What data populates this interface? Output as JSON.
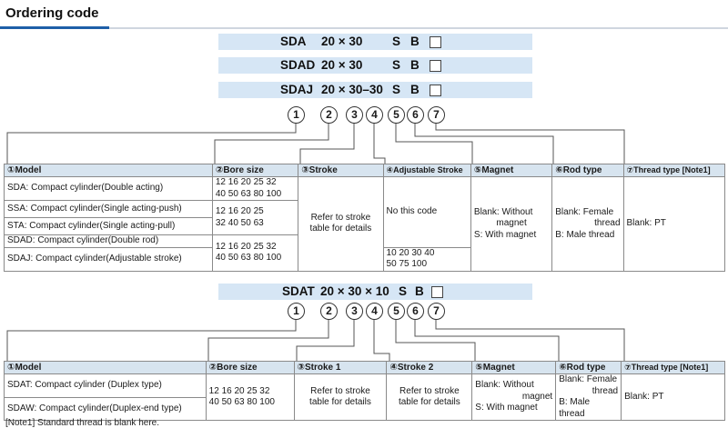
{
  "title": "Ordering code",
  "top": {
    "code_rows": [
      {
        "model": "SDA",
        "size": "20 × 30",
        "s": "S",
        "b": "B"
      },
      {
        "model": "SDAD",
        "size": "20 × 30",
        "s": "S",
        "b": "B"
      },
      {
        "model": "SDAJ",
        "size": "20 × 30–30",
        "s": "S",
        "b": "B"
      }
    ],
    "circles": [
      "1",
      "2",
      "3",
      "4",
      "5",
      "6",
      "7"
    ],
    "headers": [
      "①Model",
      "②Bore size",
      "③Stroke",
      "④Adjustable Stroke",
      "⑤Magnet",
      "⑥Rod type",
      "⑦Thread type [Note1]"
    ],
    "models": [
      "SDA: Compact cylinder(Double acting)",
      "SSA: Compact cylinder(Single acting-push)",
      "STA: Compact cylinder(Single acting-pull)",
      "SDAD: Compact cylinder(Double rod)",
      "SDAJ: Compact cylinder(Adjustable stroke)"
    ],
    "bore_sizes": [
      [
        "12 16  20  25  32",
        "40 50  63  80 100"
      ],
      [
        "12 16  20  25",
        "32  40 50  63"
      ],
      [
        "12 16  20  25  32",
        "40 50  63  80 100"
      ]
    ],
    "stroke": [
      "Refer to stroke",
      "table for details"
    ],
    "adjustable": {
      "no_code": "No this code",
      "values": [
        "10 20 30 40",
        "50 75 100"
      ]
    },
    "magnet": [
      "Blank: Without",
      "magnet",
      "S: With magnet"
    ],
    "rod": [
      "Blank: Female",
      "thread",
      "B: Male thread"
    ],
    "thread": "Blank: PT"
  },
  "bottom": {
    "code_row": {
      "model": "SDAT",
      "size": "20 × 30 × 10",
      "s": "S",
      "b": "B"
    },
    "circles": [
      "1",
      "2",
      "3",
      "4",
      "5",
      "6",
      "7"
    ],
    "headers": [
      "①Model",
      "②Bore size",
      "③Stroke 1",
      "④Stroke 2",
      "⑤Magnet",
      "⑥Rod type",
      "⑦Thread type [Note1]"
    ],
    "models": [
      "SDAT: Compact cylinder (Duplex type)",
      "SDAW: Compact cylinder(Duplex-end type)"
    ],
    "bore_sizes": [
      "12 16  20  25  32",
      "40 50  63  80 100"
    ],
    "stroke1": [
      "Refer to stroke",
      "table for details"
    ],
    "stroke2": [
      "Refer to stroke",
      "table for details"
    ],
    "magnet": [
      "Blank: Without",
      "magnet",
      "S: With magnet"
    ],
    "rod": [
      "Blank: Female",
      "thread",
      "B: Male thread"
    ],
    "thread": "Blank: PT"
  },
  "note": "[Note1] Standard thread is blank here."
}
